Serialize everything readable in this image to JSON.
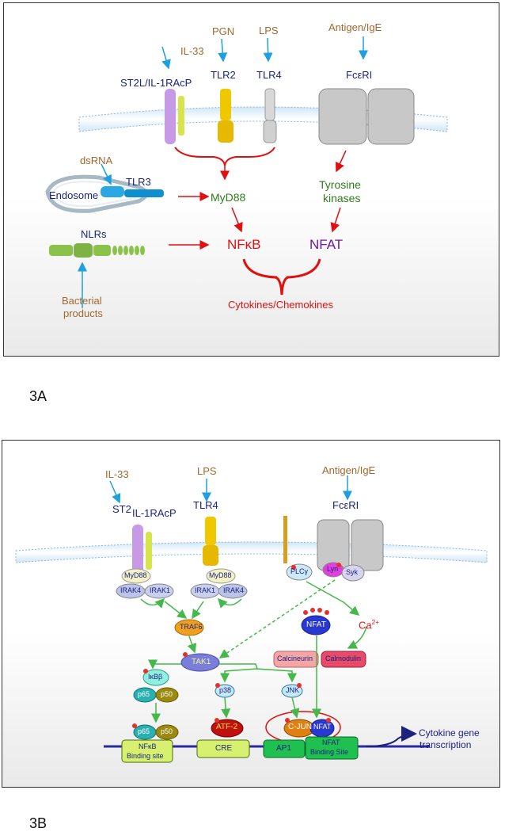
{
  "panelA": {
    "label": "3A",
    "ligands": {
      "il33": "IL-33",
      "pgn": "PGN",
      "lps": "LPS",
      "antigen": "Antigen/IgE"
    },
    "receptors": {
      "st2": "ST2L/IL-1RAcP",
      "tlr2": "TLR2",
      "tlr4": "TLR4",
      "fceri": "FcεRI",
      "tlr3": "TLR3",
      "nlrs": "NLRs"
    },
    "dsrna": "dsRNA",
    "endosome": "Endosome",
    "myd88": "MyD88",
    "tyrosine": "Tyrosine",
    "kinases": "kinases",
    "nfkb": "NFκB",
    "nfat": "NFAT",
    "bacterial1": "Bacterial",
    "bacterial2": "products",
    "cytokines": "Cytokines/Chemokines"
  },
  "panelB": {
    "label": "3B",
    "ligands": {
      "il33": "IL-33",
      "lps": "LPS",
      "antigen": "Antigen/IgE"
    },
    "receptors": {
      "st2": "ST2",
      "il1racp": "IL-1RAcP",
      "tlr4": "TLR4",
      "fceri": "FcεRI"
    },
    "myd88_a": "MyD88",
    "myd88_b": "MyD88",
    "irak4_a": "IRAK4",
    "irak1_a": "IRAK1",
    "irak1_b": "IRAK1",
    "irak4_b": "IRAK4",
    "plc": "PLCγ",
    "lyn": "Lyn",
    "syk": "Syk",
    "traf6": "TRAF6",
    "ca": "Ca",
    "ca_sup": "2+",
    "nfat_cyto": "NFAT",
    "tak1": "TAK1",
    "calcineurin": "Calcineurin",
    "calmodulin": "Calmodulin",
    "ikbb": "IκBβ",
    "p65_a": "p65",
    "p50_a": "p50",
    "p38": "p38",
    "jnk": "JNK",
    "p65_b": "p65",
    "p50_b": "p50",
    "atf2": "ATF-2",
    "cjun": "C-JUN",
    "nfat_nuc": "NFAT",
    "site_nfkb1": "NFκB",
    "site_nfkb2": "Binding site",
    "site_cre": "CRE",
    "site_ap1": "AP1",
    "site_nfat1": "NFAT",
    "site_nfat2": "Binding Site",
    "cyto_gene1": "Cytokine gene",
    "cyto_gene2": "transcription"
  },
  "colors": {
    "red_arrow": "#e01010",
    "blue_arrow": "#1ea0e0",
    "green_arrow": "#44b84a"
  }
}
